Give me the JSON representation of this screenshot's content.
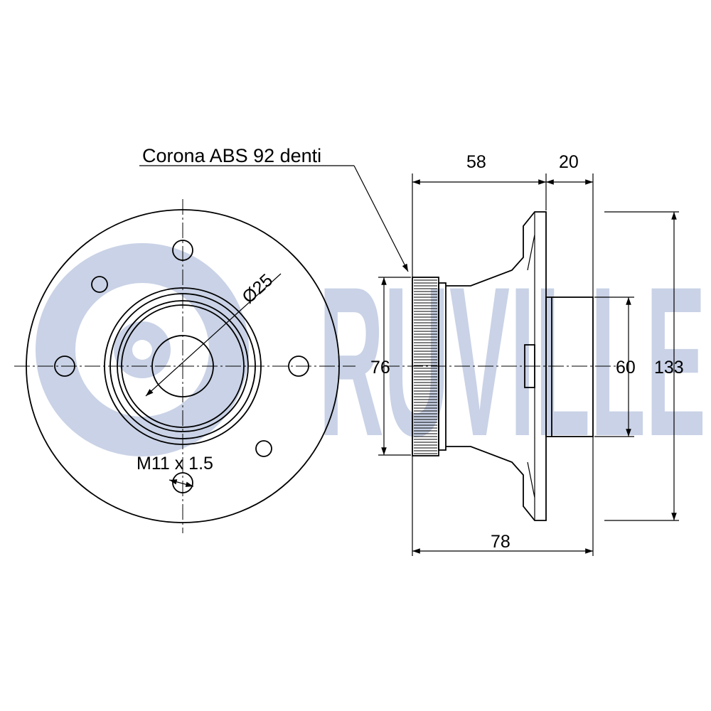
{
  "watermark": {
    "brand_text": "RUVILLE",
    "color": "#c9d2e6"
  },
  "labels": {
    "abs_ring": "Corona ABS 92 denti",
    "center_bore": "Ø25",
    "thread": "M11 x 1.5"
  },
  "dimensions": {
    "width_58": "58",
    "width_20": "20",
    "diameter_76": "76",
    "diameter_60": "60",
    "diameter_133": "133",
    "width_78": "78"
  },
  "colors": {
    "line": "#000000",
    "background": "#ffffff"
  }
}
